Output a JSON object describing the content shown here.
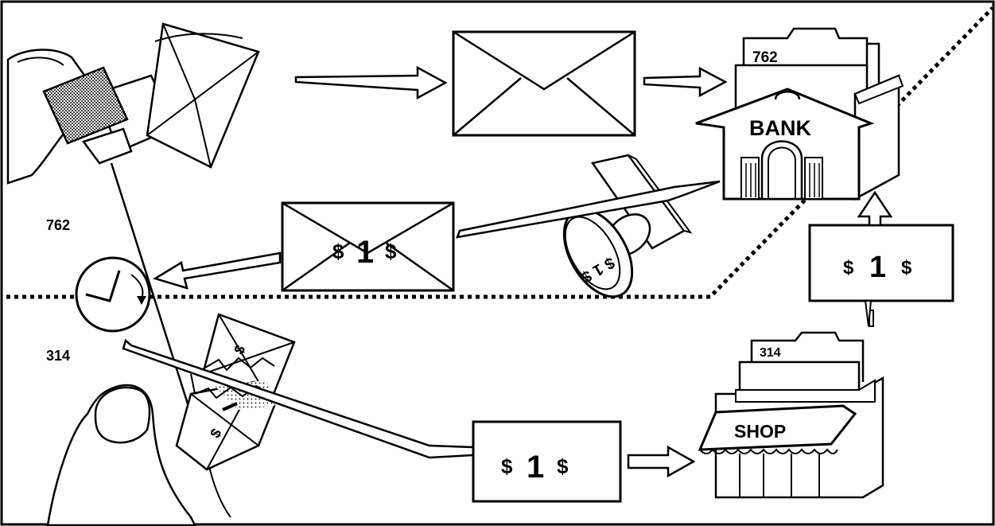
{
  "labels": {
    "left_top_number": "762",
    "left_bottom_number": "314",
    "bank_name": "BANK",
    "bank_folder_number": "762",
    "shop_name": "SHOP",
    "shop_folder_number": "314",
    "money_dollar_left": "$",
    "money_one": "1",
    "money_dollar_right": "$",
    "envelope_dollar_left": "$",
    "envelope_one": "1",
    "envelope_dollar_right": "$",
    "stamp_text": "$ 1 $"
  },
  "colors": {
    "ink": "#000000",
    "paper": "#ffffff",
    "screen": "#9a9a9a"
  }
}
